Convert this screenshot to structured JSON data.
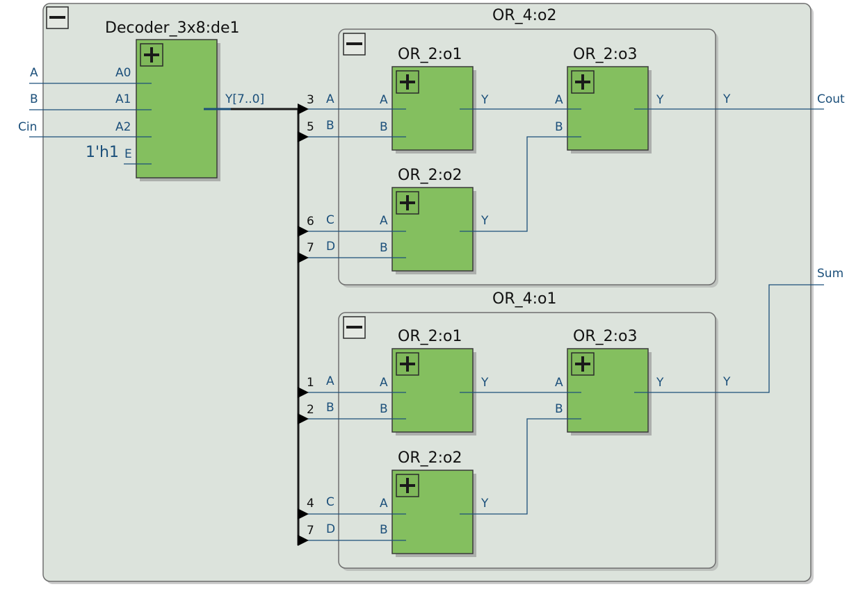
{
  "top_inputs": [
    "A",
    "B",
    "Cin"
  ],
  "constant": "1'h1",
  "decoder": {
    "title": "Decoder_3x8:de1",
    "in_ports": [
      "A0",
      "A1",
      "A2",
      "E"
    ],
    "out_port": "Y[7..0]"
  },
  "groups": [
    {
      "title": "OR_4:o2",
      "taps": [
        "3",
        "5",
        "6",
        "7"
      ],
      "inputs": [
        "A",
        "B",
        "C",
        "D"
      ],
      "blocks": [
        "OR_2:o1",
        "OR_2:o2",
        "OR_2:o3"
      ],
      "block_in": [
        "A",
        "B"
      ],
      "block_out": "Y",
      "out_port": "Y",
      "output": "Cout"
    },
    {
      "title": "OR_4:o1",
      "taps": [
        "1",
        "2",
        "4",
        "7"
      ],
      "inputs": [
        "A",
        "B",
        "C",
        "D"
      ],
      "blocks": [
        "OR_2:o1",
        "OR_2:o2",
        "OR_2:o3"
      ],
      "block_in": [
        "A",
        "B"
      ],
      "block_out": "Y",
      "out_port": "Y",
      "output": "Sum"
    }
  ],
  "colors": {
    "frame_fill": "#dce3dc",
    "block_fill": "#84bf5f",
    "wire": "#1b4f7a",
    "bus": "#1a1a1a"
  },
  "icons": [
    "collapse-icon",
    "expand-icon"
  ]
}
